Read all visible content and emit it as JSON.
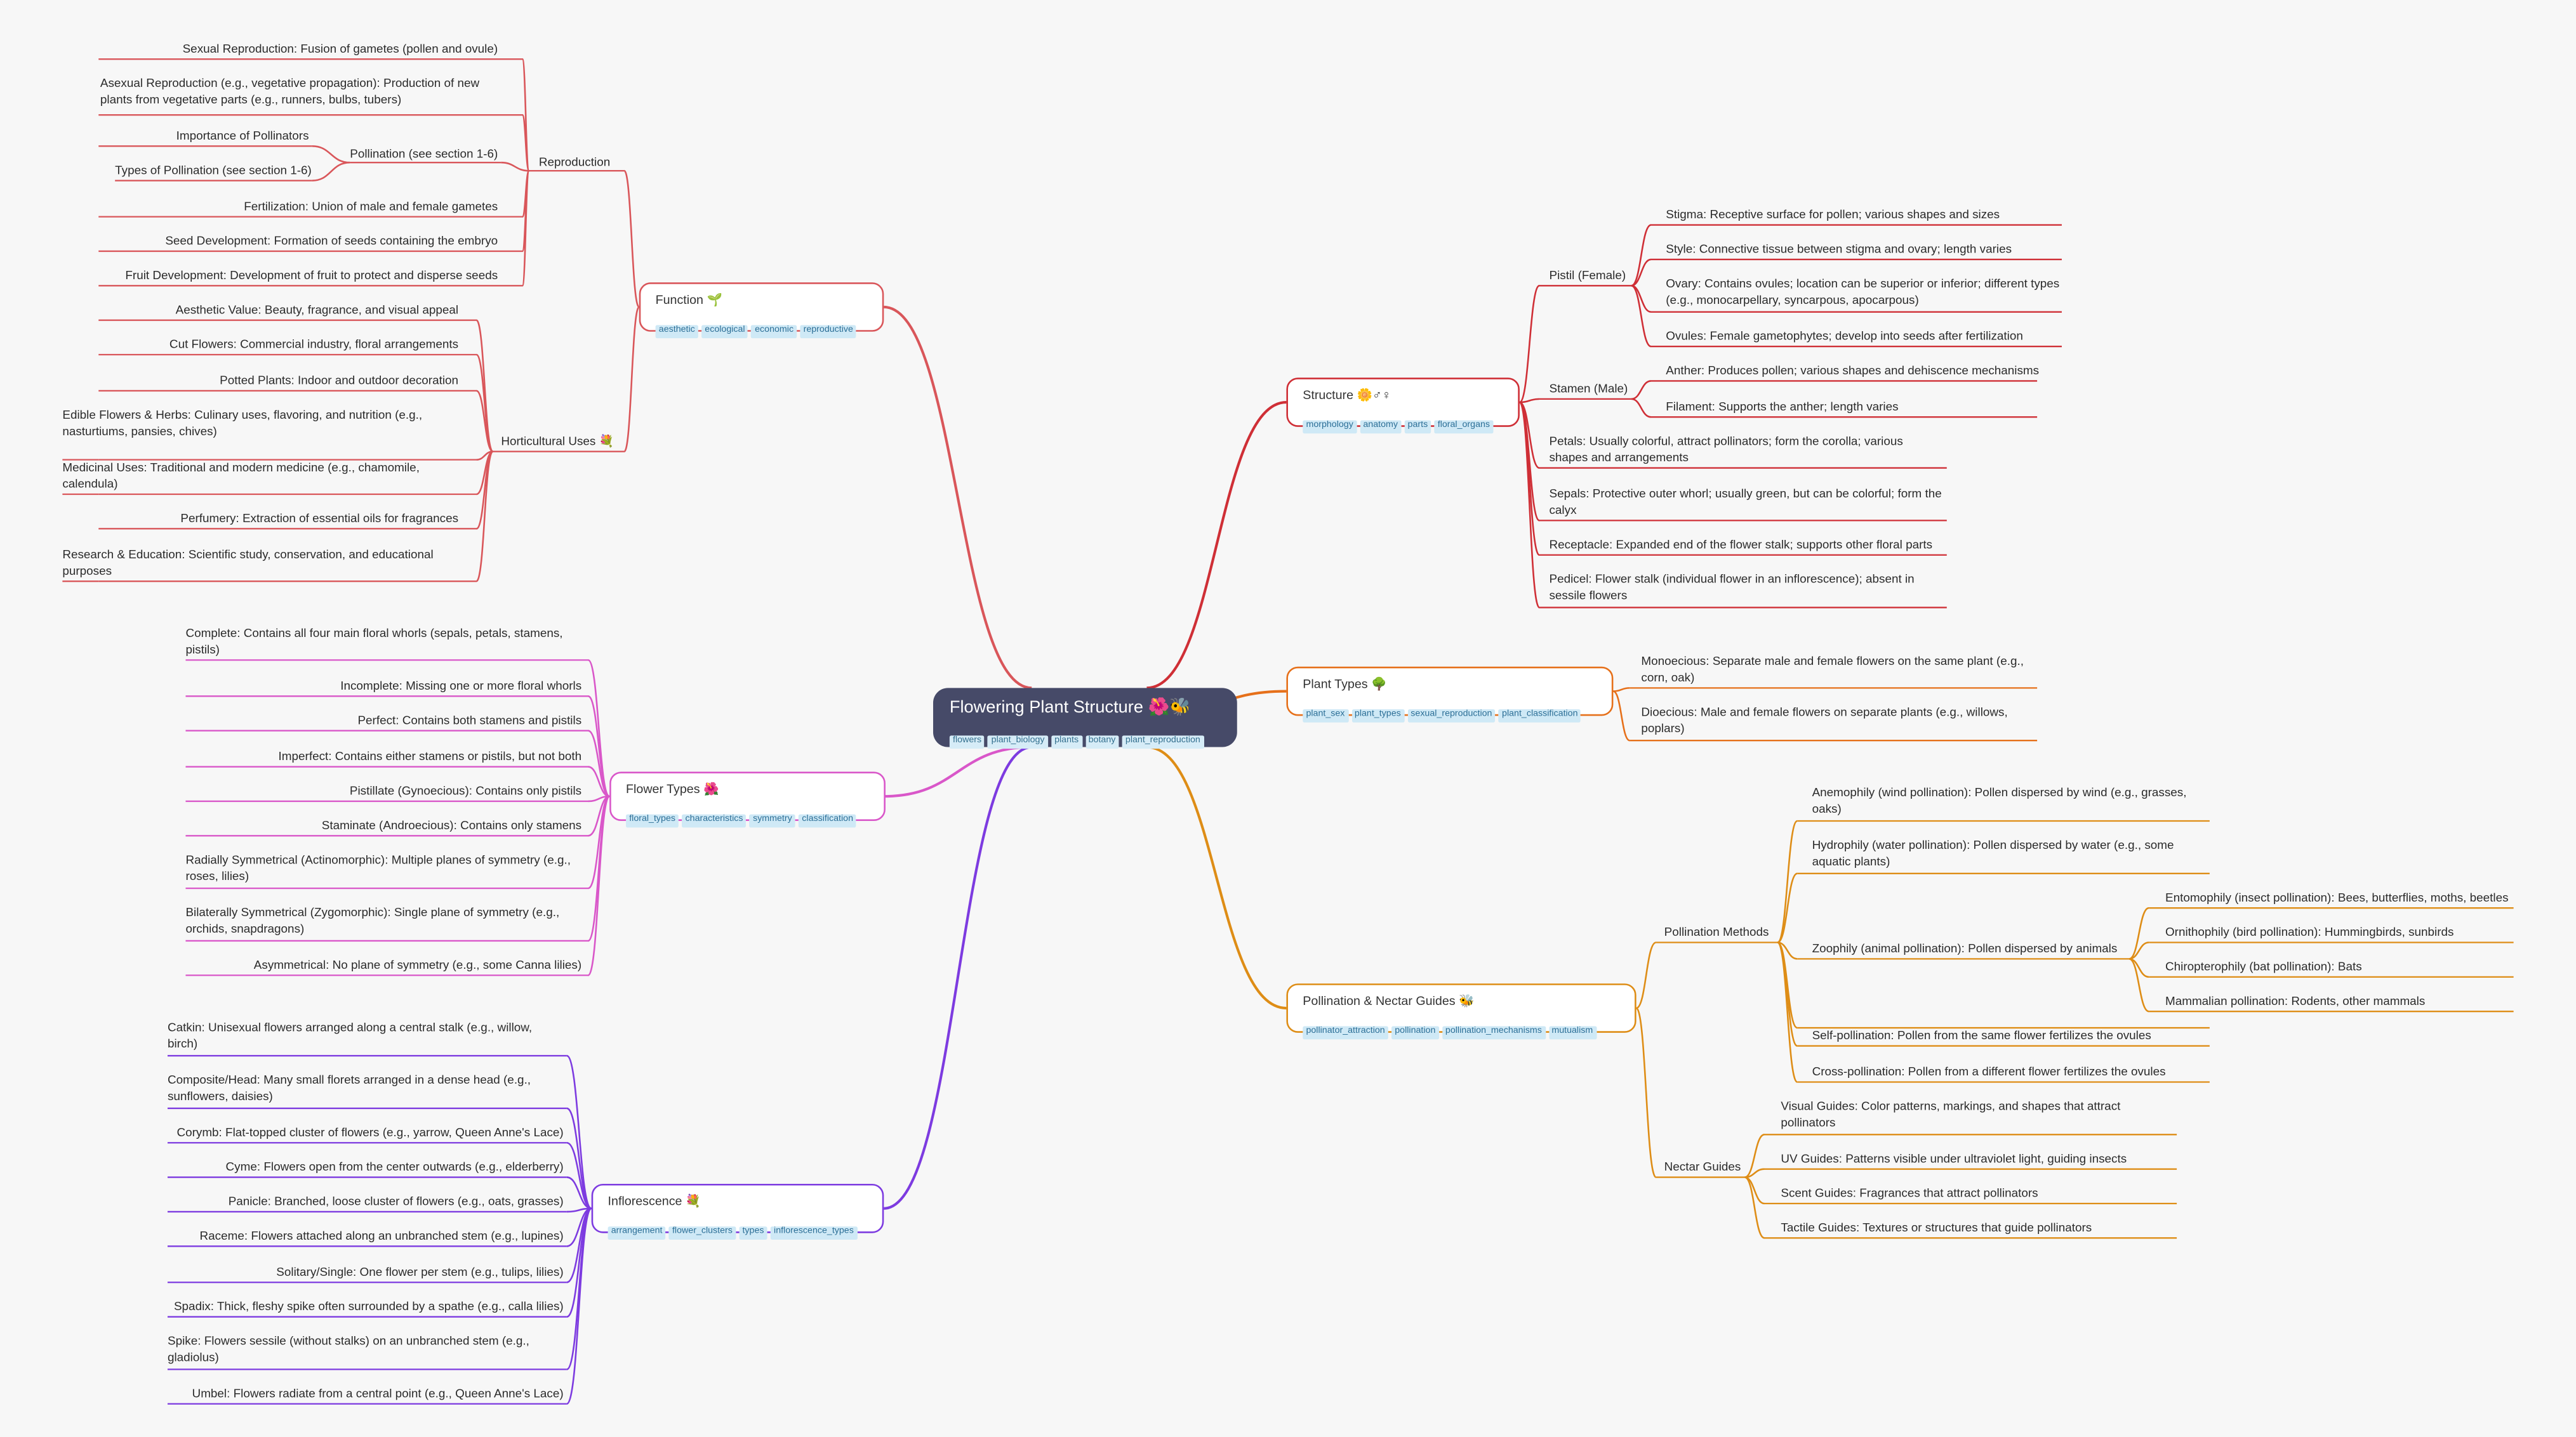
{
  "root": {
    "title": "Flowering Plant Structure 🌺🐝",
    "tags": [
      "flowers",
      "plant_biology",
      "plants",
      "botany",
      "plant_reproduction"
    ]
  },
  "colors": {
    "function": "#d9565a",
    "structure": "#cf2f36",
    "plant_types": "#e6701a",
    "pollination": "#de8d16",
    "flower_types": "#d957c9",
    "inflorescence": "#7d3be0",
    "root_bg": "#464a68"
  },
  "function": {
    "title": "Function 🌱",
    "tags": [
      "aesthetic",
      "ecological",
      "economic",
      "reproductive"
    ],
    "reproduction": {
      "label": "Reproduction",
      "items": [
        "Sexual Reproduction:  Fusion of gametes (pollen and ovule)",
        "Asexual Reproduction (e.g., vegetative propagation):  Production of new plants from vegetative parts (e.g., runners, bulbs, tubers)",
        "Fertilization: Union of male and female gametes",
        "Seed Development: Formation of seeds containing the embryo",
        "Fruit Development:  Development of fruit to protect and disperse seeds"
      ],
      "pollination": {
        "label": "Pollination (see section 1-6)",
        "items": [
          "Importance of Pollinators",
          "Types of Pollination (see section 1-6)"
        ]
      }
    },
    "horticultural": {
      "label": "Horticultural Uses 💐",
      "items": [
        "Aesthetic Value:  Beauty, fragrance, and visual appeal",
        "Cut Flowers: Commercial industry, floral arrangements",
        "Potted Plants:  Indoor and outdoor decoration",
        "Edible Flowers & Herbs: Culinary uses, flavoring, and nutrition (e.g., nasturtiums, pansies, chives)",
        "Medicinal Uses:  Traditional and modern medicine (e.g., chamomile, calendula)",
        "Perfumery: Extraction of essential oils for fragrances",
        "Research & Education:  Scientific study, conservation, and educational purposes"
      ]
    }
  },
  "flower_types": {
    "title": "Flower Types 🌺",
    "tags": [
      "floral_types",
      "characteristics",
      "symmetry",
      "classification"
    ],
    "items": [
      "Complete:  Contains all four main floral whorls (sepals, petals, stamens, pistils)",
      "Incomplete:  Missing one or more floral whorls",
      "Perfect:  Contains both stamens and pistils",
      "Imperfect:  Contains either stamens or pistils, but not both",
      "Pistillate (Gynoecious):  Contains only pistils",
      "Staminate (Androecious):  Contains only stamens",
      "Radially Symmetrical (Actinomorphic):  Multiple planes of symmetry (e.g., roses, lilies)",
      "Bilaterally Symmetrical (Zygomorphic):  Single plane of symmetry (e.g., orchids, snapdragons)",
      "Asymmetrical:  No plane of symmetry (e.g., some Canna lilies)"
    ]
  },
  "inflorescence": {
    "title": "Inflorescence 💐",
    "tags": [
      "arrangement",
      "flower_clusters",
      "types",
      "inflorescence_types"
    ],
    "items": [
      "Catkin:  Unisexual flowers arranged along a central stalk (e.g., willow, birch)",
      "Composite/Head:  Many small florets arranged in a dense head (e.g., sunflowers, daisies)",
      "Corymb:  Flat-topped cluster of flowers (e.g., yarrow, Queen Anne's Lace)",
      "Cyme:  Flowers open from the center outwards (e.g., elderberry)",
      "Panicle:  Branched, loose cluster of flowers (e.g., oats, grasses)",
      "Raceme:  Flowers attached along an unbranched stem (e.g., lupines)",
      "Solitary/Single:  One flower per stem (e.g., tulips, lilies)",
      "Spadix:  Thick, fleshy spike often surrounded by a spathe (e.g., calla lilies)",
      "Spike:  Flowers sessile (without stalks) on an unbranched stem (e.g., gladiolus)",
      "Umbel:  Flowers radiate from a central point (e.g., Queen Anne's Lace)"
    ]
  },
  "structure": {
    "title": "Structure 🌼♂♀",
    "tags": [
      "morphology",
      "anatomy",
      "parts",
      "floral_organs"
    ],
    "pistil": {
      "label": "Pistil (Female)",
      "items": [
        "Stigma:  Receptive surface for pollen; various shapes and sizes",
        "Style:  Connective tissue between stigma and ovary; length varies",
        "Ovary:  Contains ovules; location can be superior or inferior; different types (e.g., monocarpellary, syncarpous, apocarpous)",
        "Ovules:  Female gametophytes; develop into seeds after fertilization"
      ]
    },
    "stamen": {
      "label": "Stamen (Male)",
      "items": [
        "Anther:  Produces pollen; various shapes and dehiscence mechanisms",
        "Filament: Supports the anther; length varies"
      ]
    },
    "items": [
      "Petals:  Usually colorful, attract pollinators; form the corolla; various shapes and arrangements",
      "Sepals:  Protective outer whorl; usually green, but can be colorful; form the calyx",
      "Receptacle:  Expanded end of the flower stalk; supports other floral parts",
      "Pedicel:  Flower stalk (individual flower in an inflorescence); absent in sessile flowers"
    ]
  },
  "plant_types": {
    "title": "Plant Types 🌳",
    "tags": [
      "plant_sex",
      "plant_types",
      "sexual_reproduction",
      "plant_classification"
    ],
    "items": [
      "Monoecious:  Separate male and female flowers on the same plant (e.g., corn, oak)",
      "Dioecious:  Male and female flowers on separate plants (e.g., willows, poplars)"
    ]
  },
  "pollination": {
    "title": "Pollination & Nectar Guides 🐝",
    "tags": [
      "pollinator_attraction",
      "pollination",
      "pollination_mechanisms",
      "mutualism"
    ],
    "methods": {
      "label": "Pollination Methods",
      "anemophily": "Anemophily (wind pollination):  Pollen dispersed by wind (e.g., grasses, oaks)",
      "hydrophily": "Hydrophily (water pollination):  Pollen dispersed by water (e.g., some aquatic plants)",
      "zoophily": {
        "label": "Zoophily (animal pollination):  Pollen dispersed by animals",
        "items": [
          "Entomophily (insect pollination): Bees, butterflies, moths, beetles",
          "Ornithophily (bird pollination): Hummingbirds, sunbirds",
          "Chiropterophily (bat pollination): Bats",
          "Mammalian pollination:  Rodents, other mammals"
        ]
      },
      "self": "Self-pollination:  Pollen from the same flower fertilizes the ovules",
      "cross": "Cross-pollination:  Pollen from a different flower fertilizes the ovules"
    },
    "nectar": {
      "label": "Nectar Guides",
      "items": [
        "Visual Guides:  Color patterns, markings, and shapes that attract pollinators",
        "UV Guides:  Patterns visible under ultraviolet light, guiding insects",
        "Scent Guides:  Fragrances that attract pollinators",
        "Tactile Guides:  Textures or structures that guide pollinators"
      ]
    }
  }
}
